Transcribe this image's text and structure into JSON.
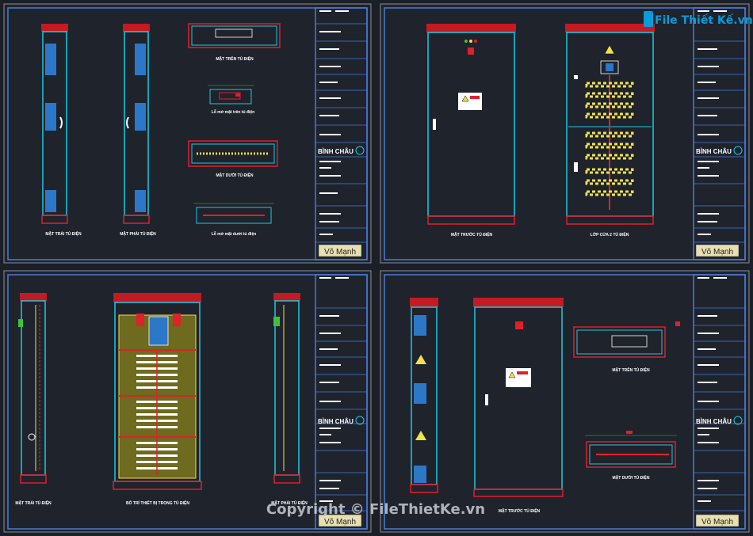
{
  "watermark": {
    "brand_logo": "File Thiết Kế.vn",
    "copyright": "Copyright © FileThietKe.vn"
  },
  "title_block": {
    "company": "BÌNH CHÂU",
    "author": "Võ Mạnh"
  },
  "sheets": [
    {
      "labels": [
        "MẶT TRÁI TỦ ĐIỆN",
        "MẶT PHẢI TỦ ĐIỆN",
        "MẶT TRÊN TỦ ĐIỆN",
        "Lỗ mở mặt trên tủ điện",
        "MẶT DƯỚI TỦ ĐIỆN",
        "Lỗ mở mặt dưới tủ điện"
      ]
    },
    {
      "labels": [
        "MẶT TRƯỚC TỦ ĐIỆN",
        "LỚP CỬA 2 TỦ ĐIỆN"
      ]
    },
    {
      "labels": [
        "MẶT TRÁI TỦ ĐIỆN",
        "BỐ TRÍ THIẾT BỊ TRONG TỦ ĐIỆN",
        "MẶT PHẢI TỦ ĐIỆN"
      ]
    },
    {
      "labels": [
        "MẶT TRƯỚC TỦ ĐIỆN",
        "MẶT TRÊN TỦ ĐIỆN",
        "MẶT DƯỚI TỦ ĐIỆN"
      ]
    }
  ],
  "colors": {
    "background": "#1b1f27",
    "frame": "#4a7bd6",
    "cyan": "#22c7e0",
    "red": "#e0202a",
    "yellow": "#f0e24a",
    "green": "#3ec23e",
    "white": "#ffffff"
  }
}
